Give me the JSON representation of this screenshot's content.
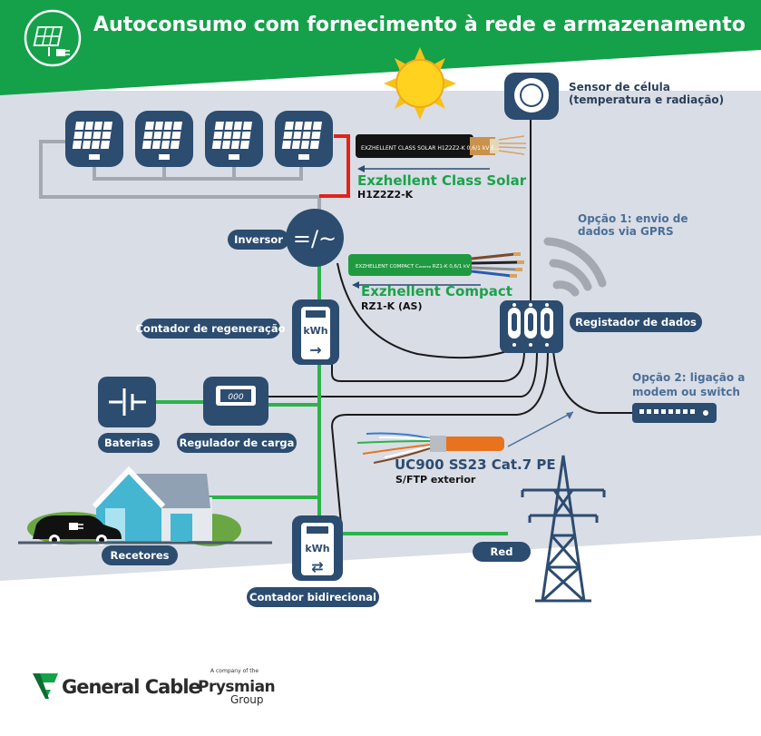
{
  "header": {
    "title": "Autoconsumo com fornecimento à rede e armazenamento",
    "icon": "solar-plug-icon"
  },
  "colors": {
    "brand_green": "#1aa34a",
    "dark_blue": "#2c4c70",
    "panel_bg": "#d9dde6",
    "cable_orange": "#e8731e",
    "dc_red": "#e2231a",
    "ac_green": "#2bb34a"
  },
  "cables": {
    "class_solar": {
      "name": "Exzhellent Class Solar",
      "code": "H1Z2Z2-K",
      "print": "EXZHELLENT CLASS SOLAR H1Z2Z2-K 0,6/1 kV E..."
    },
    "compact": {
      "name": "Exzhellent Compact",
      "code": "RZ1-K (AS)",
      "print": "EXZHELLENT COMPACT Cₐₙₐₑₑₐ RZ1-K 0,6/1 kV"
    },
    "cat7": {
      "name": "UC900 SS23 Cat.7 PE",
      "code": "S/FTP exterior"
    }
  },
  "nodes": {
    "sensor": {
      "label_1": "Sensor de célula",
      "label_2": "(temperatura e radiação)"
    },
    "option1": {
      "line_1": "Opção 1: envio de",
      "line_2": "dados via GPRS"
    },
    "inverter": {
      "label": "Inversor",
      "symbol": "=/~"
    },
    "regen_meter": {
      "label": "Contador de regeneração",
      "unit": "kWh",
      "arrow": "→"
    },
    "logger": {
      "label": "Registador de dados"
    },
    "option2": {
      "line_1": "Opção 2: ligação a",
      "line_2": "modem ou switch"
    },
    "batteries": {
      "label": "Baterias"
    },
    "charge_regulator": {
      "label": "Regulador de carga",
      "display": "000"
    },
    "receivers": {
      "label": "Recetores"
    },
    "grid": {
      "label": "Red"
    },
    "bidir_meter": {
      "label": "Contador bidirecional",
      "unit": "kWh",
      "arrow": "⇄"
    }
  },
  "footer": {
    "brand": "General Cable",
    "tagline": "A company of the",
    "parent_1": "Prysmian",
    "parent_2": "Group"
  }
}
